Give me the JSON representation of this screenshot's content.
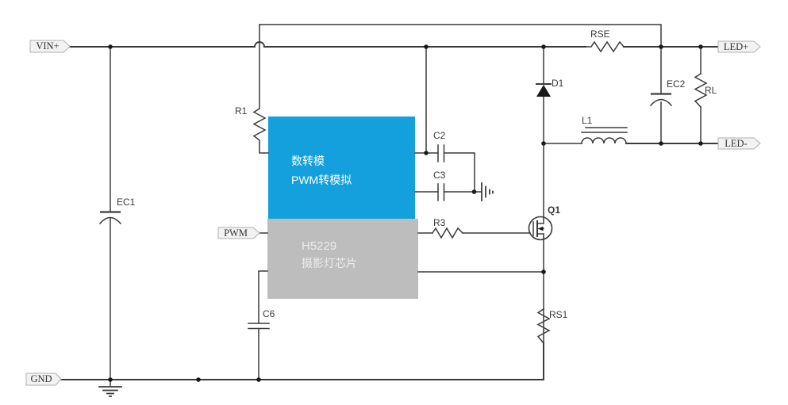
{
  "terminals": {
    "vin_plus": "VIN+",
    "gnd": "GND",
    "pwm": "PWM",
    "led_plus": "LED+",
    "led_minus": "LED-"
  },
  "components": {
    "r1": "R1",
    "ec1": "EC1",
    "c2": "C2",
    "c3": "C3",
    "c6": "C6",
    "r3": "R3",
    "rs1": "RS1",
    "rse": "RSE",
    "d1": "D1",
    "l1": "L1",
    "ec2": "EC2",
    "rl": "RL",
    "q1": "Q1"
  },
  "chip": {
    "dac_line1": "数转模",
    "dac_line2": "PWM转模拟",
    "part_number": "H5229",
    "description": "摄影灯芯片"
  },
  "colors": {
    "background": "#ffffff",
    "wire": "#3a3a3a",
    "junction": "#1a1a1a",
    "terminal_fill": "#f2f2f2",
    "terminal_border": "#b0b0b0",
    "dac_block_bg": "#14a0dc",
    "dac_block_text": "#ffffff",
    "chip_block_bg": "#bdbdbd",
    "chip_block_text": "#ececec"
  }
}
